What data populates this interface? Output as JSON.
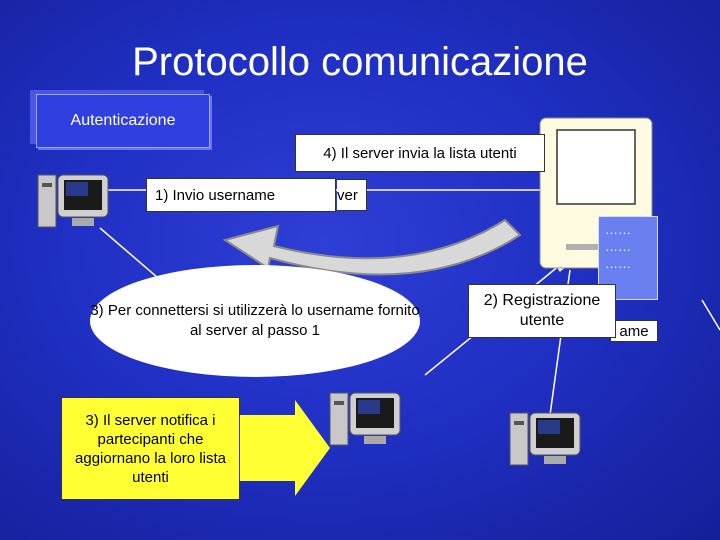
{
  "title": "Protocollo comunicazione",
  "section": "Autenticazione",
  "labels": {
    "step4": "4) Il server invia la lista utenti",
    "step1": "1) Invio username",
    "step1_tail": "ver",
    "step3": "3) Per connettersi si utilizzerà lo username fornito al server al passo 1",
    "step3b": "3) Il server notifica i partecipanti che aggiornano la loro lista utenti",
    "step2": "2) Registrazione utente",
    "step2_tail": "ame",
    "dots": "……\n……\n……"
  },
  "icons": [
    "computer-icon",
    "server-icon"
  ],
  "colors": {
    "background": "#2030c4",
    "highlight": "#ffff33",
    "arrow": "#ffff33",
    "section": "#3040e0"
  }
}
